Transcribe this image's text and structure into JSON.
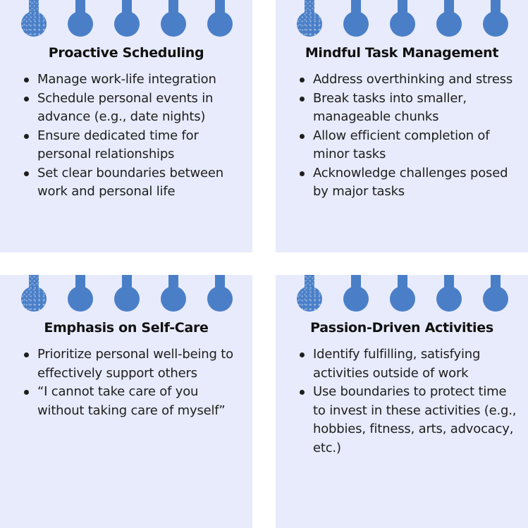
{
  "colors": {
    "card_bg": "#e8ebfb",
    "ring": "#4a7fc8",
    "text": "#1e1e1e"
  },
  "icons": [
    "binder-ring-icon"
  ],
  "cards": [
    {
      "title": "Proactive Scheduling",
      "items": [
        "Manage work-life integration",
        "Schedule personal events in advance (e.g., date nights)",
        "Ensure dedicated time for personal relationships",
        "Set clear boundaries between work and personal life"
      ]
    },
    {
      "title": "Mindful Task Management",
      "items": [
        "Address overthinking and stress",
        "Break tasks into smaller, manageable chunks",
        "Allow efficient completion of minor tasks",
        "Acknowledge challenges posed by major tasks"
      ]
    },
    {
      "title": "Emphasis on Self-Care",
      "items": [
        "Prioritize personal well-being to effectively support others",
        "“I cannot take care of you without taking care of myself”"
      ]
    },
    {
      "title": "Passion-Driven Activities",
      "items": [
        "Identify fulfilling, satisfying activities outside of work",
        "Use boundaries to protect time to invest in these activities (e.g., hobbies, fitness, arts, advocacy, etc.)"
      ]
    }
  ]
}
